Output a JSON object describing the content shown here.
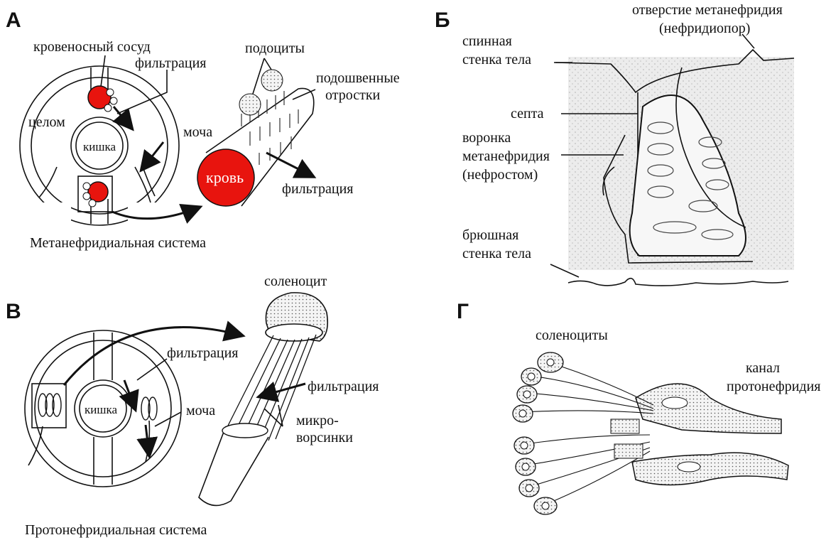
{
  "panels": {
    "a": "А",
    "b": "Б",
    "v": "В",
    "g": "Г"
  },
  "panel_a": {
    "blood_vessel": "кровеносный сосуд",
    "filtration_top": "фильтрация",
    "coelom": "целом",
    "gut": "кишка",
    "urine": "моча",
    "podocytes": "подоциты",
    "pedicels_line1": "подошвенные",
    "pedicels_line2": "отростки",
    "blood": "кровь",
    "filtration_bottom": "фильтрация",
    "caption": "Метанефридиальная система"
  },
  "panel_b": {
    "opening_line1": "отверстие метанефридия",
    "opening_line2": "(нефридиопор)",
    "dorsal_line1": "спинная",
    "dorsal_line2": "стенка тела",
    "septum": "септа",
    "funnel_line1": "воронка",
    "funnel_line2": "метанефридия",
    "funnel_line3": "(нефростом)",
    "ventral_line1": "брюшная",
    "ventral_line2": "стенка тела"
  },
  "panel_v": {
    "solenocyte": "соленоцит",
    "filtration_left": "фильтрация",
    "gut": "кишка",
    "urine": "моча",
    "filtration_right": "фильтрация",
    "microvilli_line1": "микро-",
    "microvilli_line2": "ворсинки",
    "caption": "Протонефридиальная система"
  },
  "panel_g": {
    "solenocytes": "соленоциты",
    "canal_line1": "канал",
    "canal_line2": "протонефридия"
  },
  "colors": {
    "blood": "#e8140e",
    "background_b": "#e9e9e9"
  }
}
